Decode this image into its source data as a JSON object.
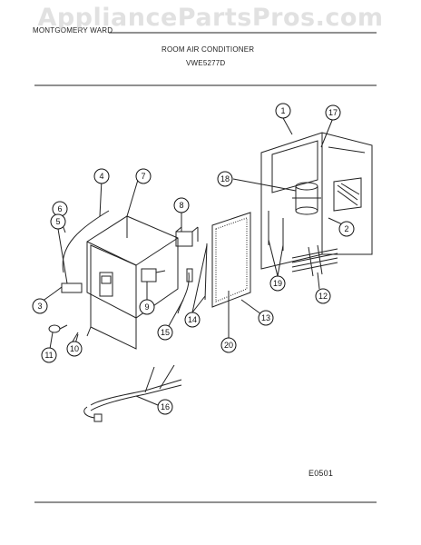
{
  "watermark": "AppliancePartsPros.com",
  "header": {
    "brand": "MONTGOMERY WARD",
    "title": "ROOM AIR CONDITIONER",
    "model": "VWE5277D"
  },
  "diagram": {
    "code": "E0501",
    "callouts": [
      "1",
      "2",
      "3",
      "4",
      "5",
      "6",
      "7",
      "8",
      "9",
      "10",
      "11",
      "12",
      "13",
      "14",
      "15",
      "16",
      "17",
      "18",
      "19",
      "20"
    ]
  },
  "colors": {
    "ink": "#222222",
    "watermark": "#c8c8c8"
  }
}
